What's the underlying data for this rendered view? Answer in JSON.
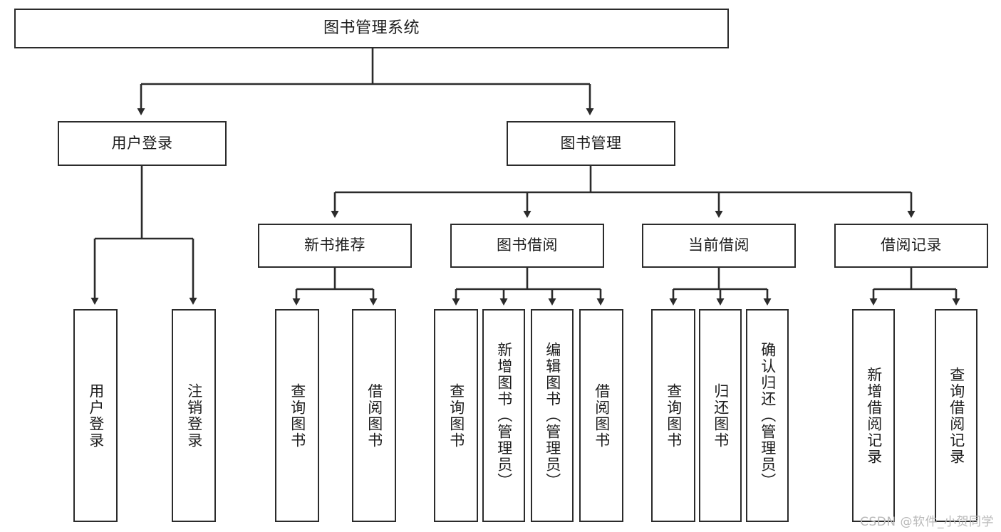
{
  "diagram": {
    "title": "图书管理系统",
    "type": "tree-hierarchy",
    "orientation": "top-down",
    "colors": {
      "box_border": "#2b2b2b",
      "box_fill": "#ffffff",
      "connector": "#2b2b2b",
      "text": "#1d1d1d",
      "background": "#ffffff",
      "watermark": "#b9b9b9"
    },
    "watermark_text": "CSDN @软件_小贺同学"
  },
  "nodes": {
    "root": {
      "label": "图书管理系统",
      "level": 0
    },
    "l1": [
      {
        "id": "user-login",
        "label": "用户登录",
        "level": 1
      },
      {
        "id": "book-manage",
        "label": "图书管理",
        "level": 1
      }
    ],
    "l2": [
      {
        "id": "new-book-recommend",
        "label": "新书推荐",
        "level": 2,
        "parent": "book-manage"
      },
      {
        "id": "book-borrow",
        "label": "图书借阅",
        "level": 2,
        "parent": "book-manage"
      },
      {
        "id": "current-borrow",
        "label": "当前借阅",
        "level": 2,
        "parent": "book-manage"
      },
      {
        "id": "borrow-record",
        "label": "借阅记录",
        "level": 2,
        "parent": "book-manage"
      }
    ],
    "leaves": [
      {
        "id": "leaf-user-login",
        "label": "用户登录",
        "parent": "user-login"
      },
      {
        "id": "leaf-logout-login",
        "label": "注销登录",
        "parent": "user-login"
      },
      {
        "id": "leaf-query-book-1",
        "label": "查询图书",
        "parent": "new-book-recommend"
      },
      {
        "id": "leaf-borrow-book-1",
        "label": "借阅图书",
        "parent": "new-book-recommend"
      },
      {
        "id": "leaf-query-book-2",
        "label": "查询图书",
        "parent": "book-borrow"
      },
      {
        "id": "leaf-add-book",
        "label": "新增图书（管理员）",
        "parent": "book-borrow"
      },
      {
        "id": "leaf-edit-book",
        "label": "编辑图书（管理员）",
        "parent": "book-borrow"
      },
      {
        "id": "leaf-borrow-book-2",
        "label": "借阅图书",
        "parent": "book-borrow"
      },
      {
        "id": "leaf-query-book-3",
        "label": "查询图书",
        "parent": "current-borrow"
      },
      {
        "id": "leaf-return-book",
        "label": "归还图书",
        "parent": "current-borrow"
      },
      {
        "id": "leaf-confirm-return",
        "label": "确认归还（管理员）",
        "parent": "current-borrow"
      },
      {
        "id": "leaf-add-record",
        "label": "新增借阅记录",
        "parent": "borrow-record"
      },
      {
        "id": "leaf-query-record",
        "label": "查询借阅记录",
        "parent": "borrow-record"
      }
    ]
  }
}
